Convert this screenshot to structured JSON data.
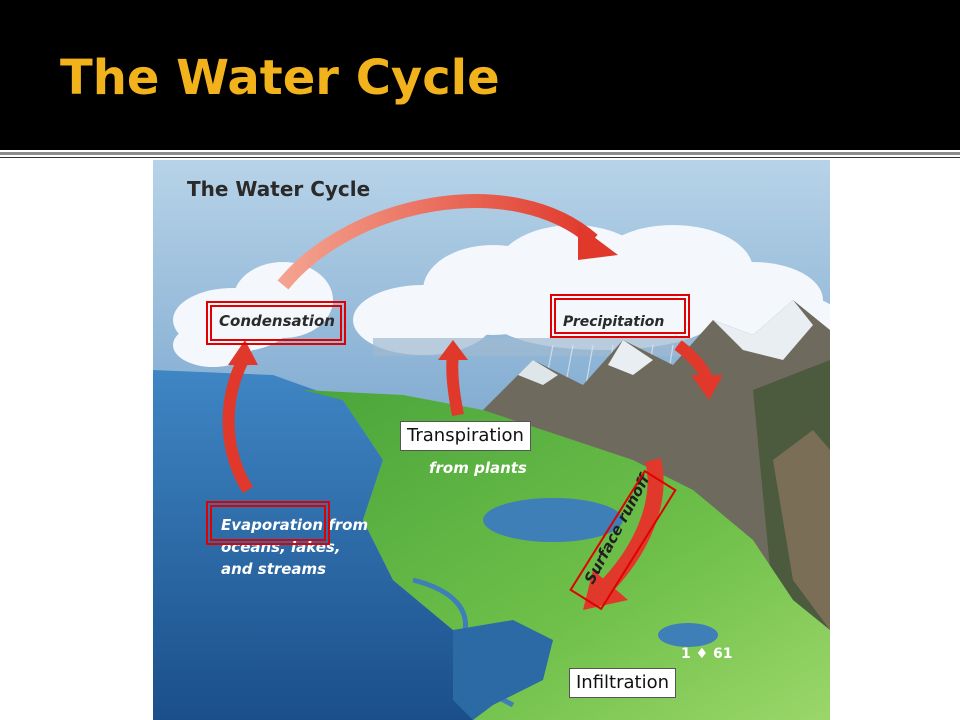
{
  "slide": {
    "title": "The Water Cycle"
  },
  "figure": {
    "title": "The Water Cycle",
    "labels": {
      "condensation": "Condensation",
      "precipitation": "Precipitation",
      "evaporation_line1": "Evaporation from",
      "evaporation_line2": "oceans, lakes,",
      "evaporation_line3": "and streams",
      "transpiration_sub": "from plants",
      "surface_runoff": "Surface runoff",
      "page_ref": "1 ♦ 61"
    }
  },
  "callouts": {
    "transpiration": "Transpiration",
    "infiltration": "Infiltration"
  },
  "colors": {
    "title": "#f2b21c",
    "header_bg": "#000000",
    "arrow": "#e0392b",
    "highlight_box": "#e00000"
  }
}
